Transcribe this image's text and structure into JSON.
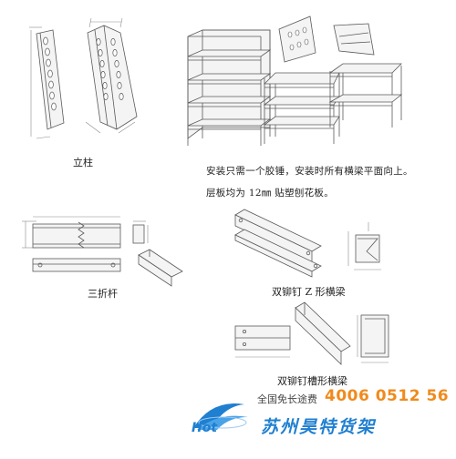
{
  "labels": {
    "column": "立柱",
    "tri_fold_bar": "三折杆",
    "z_beam": "双铆钉 Z 形横梁",
    "channel_beam": "双铆钉槽形横梁"
  },
  "notes": {
    "line1": "安装只需一个胶锤，安装时所有横梁平面向上。",
    "line2": "层板均为 12㎜ 贴塑刨花板。"
  },
  "footer": {
    "free_call": "全国免长途费",
    "phone": "4006 0512 56",
    "brand": "苏州昊特货架",
    "logo_text": "Hot",
    "colors": {
      "phone": "#f08a1c",
      "brand": "#1f7fd0"
    }
  }
}
